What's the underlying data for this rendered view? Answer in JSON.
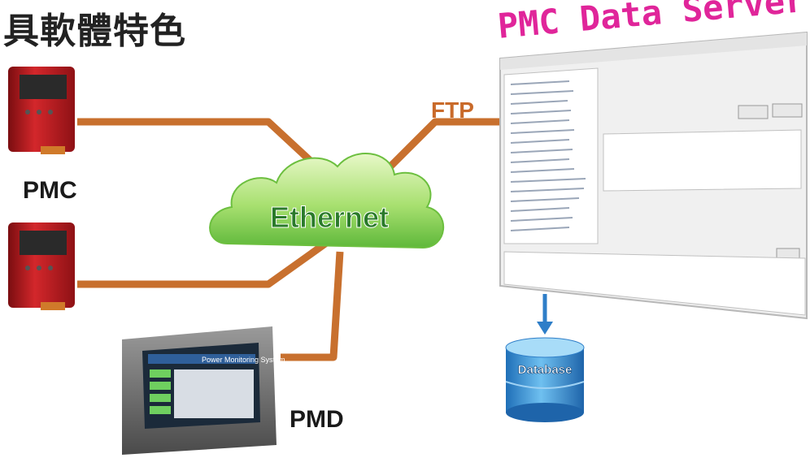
{
  "title": "具軟體特色",
  "pmc_label": "PMC",
  "pmd_label": "PMD",
  "ftp_label": "FTP",
  "ethernet_label": "Ethernet",
  "server_title": "PMC Data Server",
  "database_label": "Database",
  "pmd_screen_title": "Power Monitoring System",
  "colors": {
    "cable": "#c8702e",
    "cloud": "#8fd15f",
    "ethernet_text": "#2a7a2a",
    "server_title": "#e0259a",
    "database": "#3f97d9",
    "device_red": "#c0181e"
  }
}
